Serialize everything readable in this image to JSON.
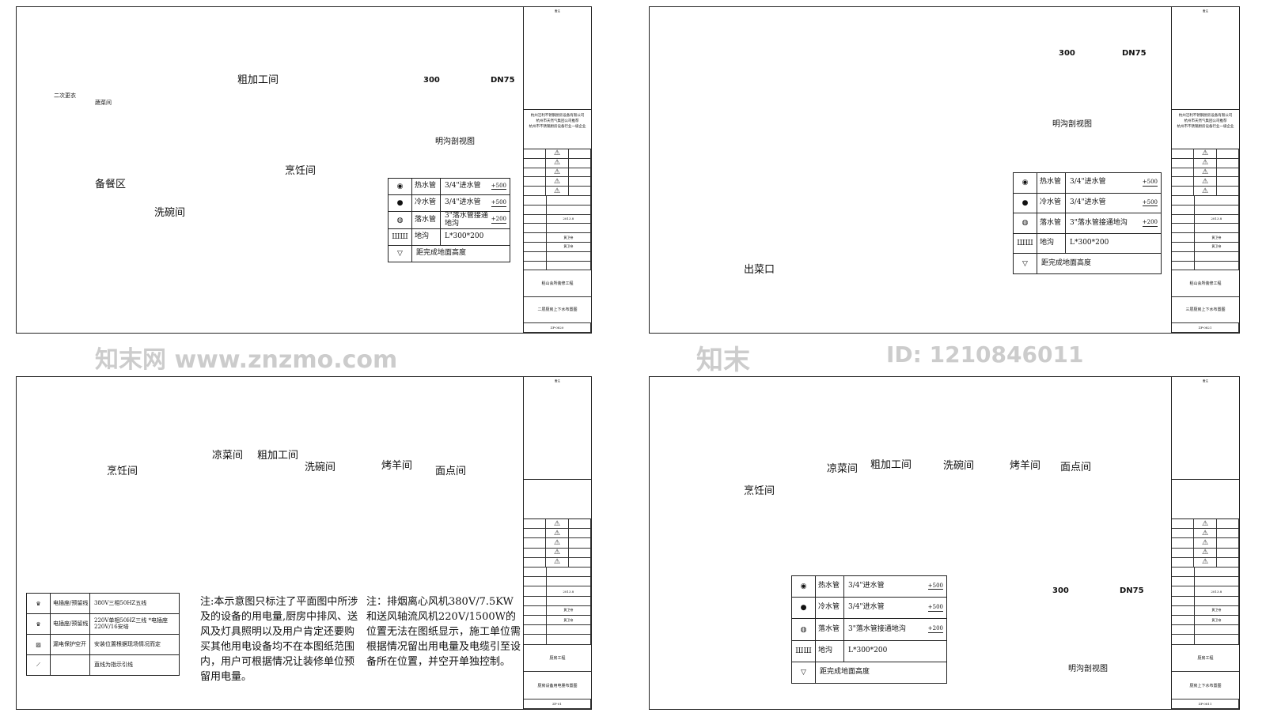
{
  "panels": [
    {
      "id": "p1",
      "title_block": {
        "notes_title": "备注",
        "company": [
          "杭州洁利不锈钢厨房设备有限公司",
          "杭州市天然气集团公司推荐",
          "杭州市不锈钢厨房设备行业一级企业"
        ],
        "date": "2013.8",
        "designer": "黄卫帝",
        "checker": "黄卫帝",
        "project": "稻山会所装修工程",
        "drawing_name": "二层厨房上下水布置图",
        "drawing_no": "ZP-0820"
      },
      "rooms": [
        "粗加工间",
        "烹饪间",
        "备餐区",
        "洗碗间",
        "蔬菜间",
        "二次更衣"
      ],
      "section": {
        "width": "300",
        "pipe": "DN75",
        "caption": "明沟剖视图"
      }
    },
    {
      "id": "p2",
      "title_block": {
        "notes_title": "备注",
        "company": [
          "杭州洁利不锈钢厨房设备有限公司",
          "杭州市天然气集团公司推荐",
          "杭州市不锈钢厨房设备行业一级企业"
        ],
        "date": "2013.8",
        "designer": "黄卫帝",
        "checker": "黄卫帝",
        "project": "稻山会所装修工程",
        "drawing_name": "三层厨房上下水布置图",
        "drawing_no": "ZP-0821"
      },
      "rooms": [
        "出菜口"
      ],
      "section": {
        "width": "300",
        "pipe": "DN75",
        "caption": "明沟剖视图"
      }
    },
    {
      "id": "p3",
      "title_block": {
        "notes_title": "备注",
        "company": [],
        "date": "2013.8",
        "designer": "黄卫帝",
        "checker": "黄卫帝",
        "project": "厨房工程",
        "drawing_name": "厨房设备用电量布置图",
        "drawing_no": "ZP-01"
      },
      "rooms": [
        "烹饪间",
        "凉菜间",
        "粗加工间",
        "洗碗间",
        "烤羊间",
        "面点间"
      ]
    },
    {
      "id": "p4",
      "title_block": {
        "notes_title": "备注",
        "company": [],
        "date": "2013.8",
        "designer": "黄卫帝",
        "checker": "黄卫帝",
        "project": "厨房工程",
        "drawing_name": "厨房上下水布置图",
        "drawing_no": "ZP-0811"
      },
      "rooms": [
        "烹饪间",
        "凉菜间",
        "粗加工间",
        "洗碗间",
        "烤羊间",
        "面点间"
      ],
      "section": {
        "width": "300",
        "pipe": "DN75",
        "caption": "明沟剖视图"
      }
    }
  ],
  "water_legend": [
    {
      "icon": "hot-water-pipe-icon",
      "name": "热水管",
      "spec": "3/4\"进水管",
      "elev": "+500"
    },
    {
      "icon": "cold-water-pipe-icon",
      "name": "冷水管",
      "spec": "3/4\"进水管",
      "elev": "+500"
    },
    {
      "icon": "drain-pipe-icon",
      "name": "落水管",
      "spec": "3\"落水管接通地沟",
      "elev": "+200"
    },
    {
      "icon": "floor-trench-icon",
      "name": "地沟",
      "spec": "L*300*200",
      "elev": ""
    },
    {
      "icon": "elevation-mark-icon",
      "name": "距完成地面高度",
      "spec": "",
      "elev": ""
    }
  ],
  "electric_legend": [
    {
      "icon": "socket-icon",
      "name": "电插座/预留线",
      "spec": "380V三相50HZ五线"
    },
    {
      "icon": "socket-icon",
      "name": "电插座/预留线",
      "spec": "220V单相50HZ三线 *电插座220V/16安培"
    },
    {
      "icon": "breaker-icon",
      "name": "漏电保护空开",
      "spec": "安装位置根据现场情况而定"
    },
    {
      "icon": "leader-line-icon",
      "name": "",
      "spec": "直线为指示引线"
    }
  ],
  "notes": [
    "注:本示意图只标注了平面图中所涉及的设备的用电量,厨房中排风、送风及灯具照明以及用户肯定还要购买其他用电设备均不在本图纸范围内，用户可根据情况让装修单位预留用电量。",
    "注：排烟离心风机380V/7.5KW和送风轴流风机220V/1500W的位置无法在图纸显示，施工单位需根据情况留出用电量及电缆引至设备所在位置，并空开单独控制。"
  ],
  "watermark": {
    "site": "知末网 www.znzmo.com",
    "brand": "知末",
    "id": "ID: 1210846011"
  }
}
